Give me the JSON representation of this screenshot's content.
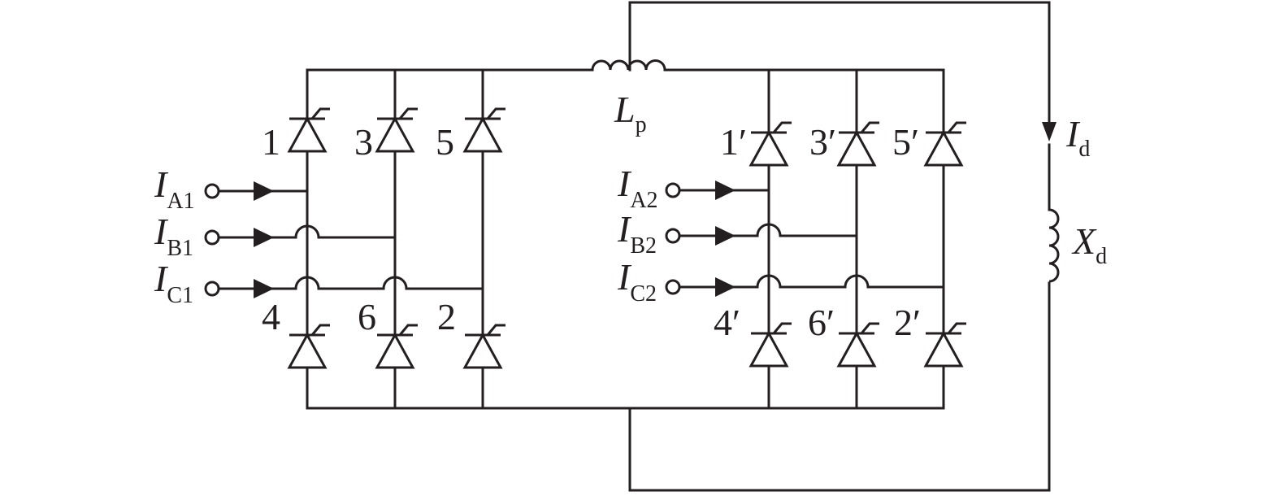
{
  "thyristors": {
    "bridge1_upper": [
      "1",
      "3",
      "5"
    ],
    "bridge1_lower": [
      "4",
      "6",
      "2"
    ],
    "bridge2_upper": [
      "1′",
      "3′",
      "5′"
    ],
    "bridge2_lower": [
      "4′",
      "6′",
      "2′"
    ]
  },
  "inputs": {
    "bridge1": [
      {
        "main": "I",
        "sub": "A1"
      },
      {
        "main": "I",
        "sub": "B1"
      },
      {
        "main": "I",
        "sub": "C1"
      }
    ],
    "bridge2": [
      {
        "main": "I",
        "sub": "A2"
      },
      {
        "main": "I",
        "sub": "B2"
      },
      {
        "main": "I",
        "sub": "C2"
      }
    ]
  },
  "inductor_lp": {
    "main": "L",
    "sub": "p"
  },
  "dc_current": {
    "main": "I",
    "sub": "d"
  },
  "dc_reactance": {
    "main": "X",
    "sub": "d"
  }
}
